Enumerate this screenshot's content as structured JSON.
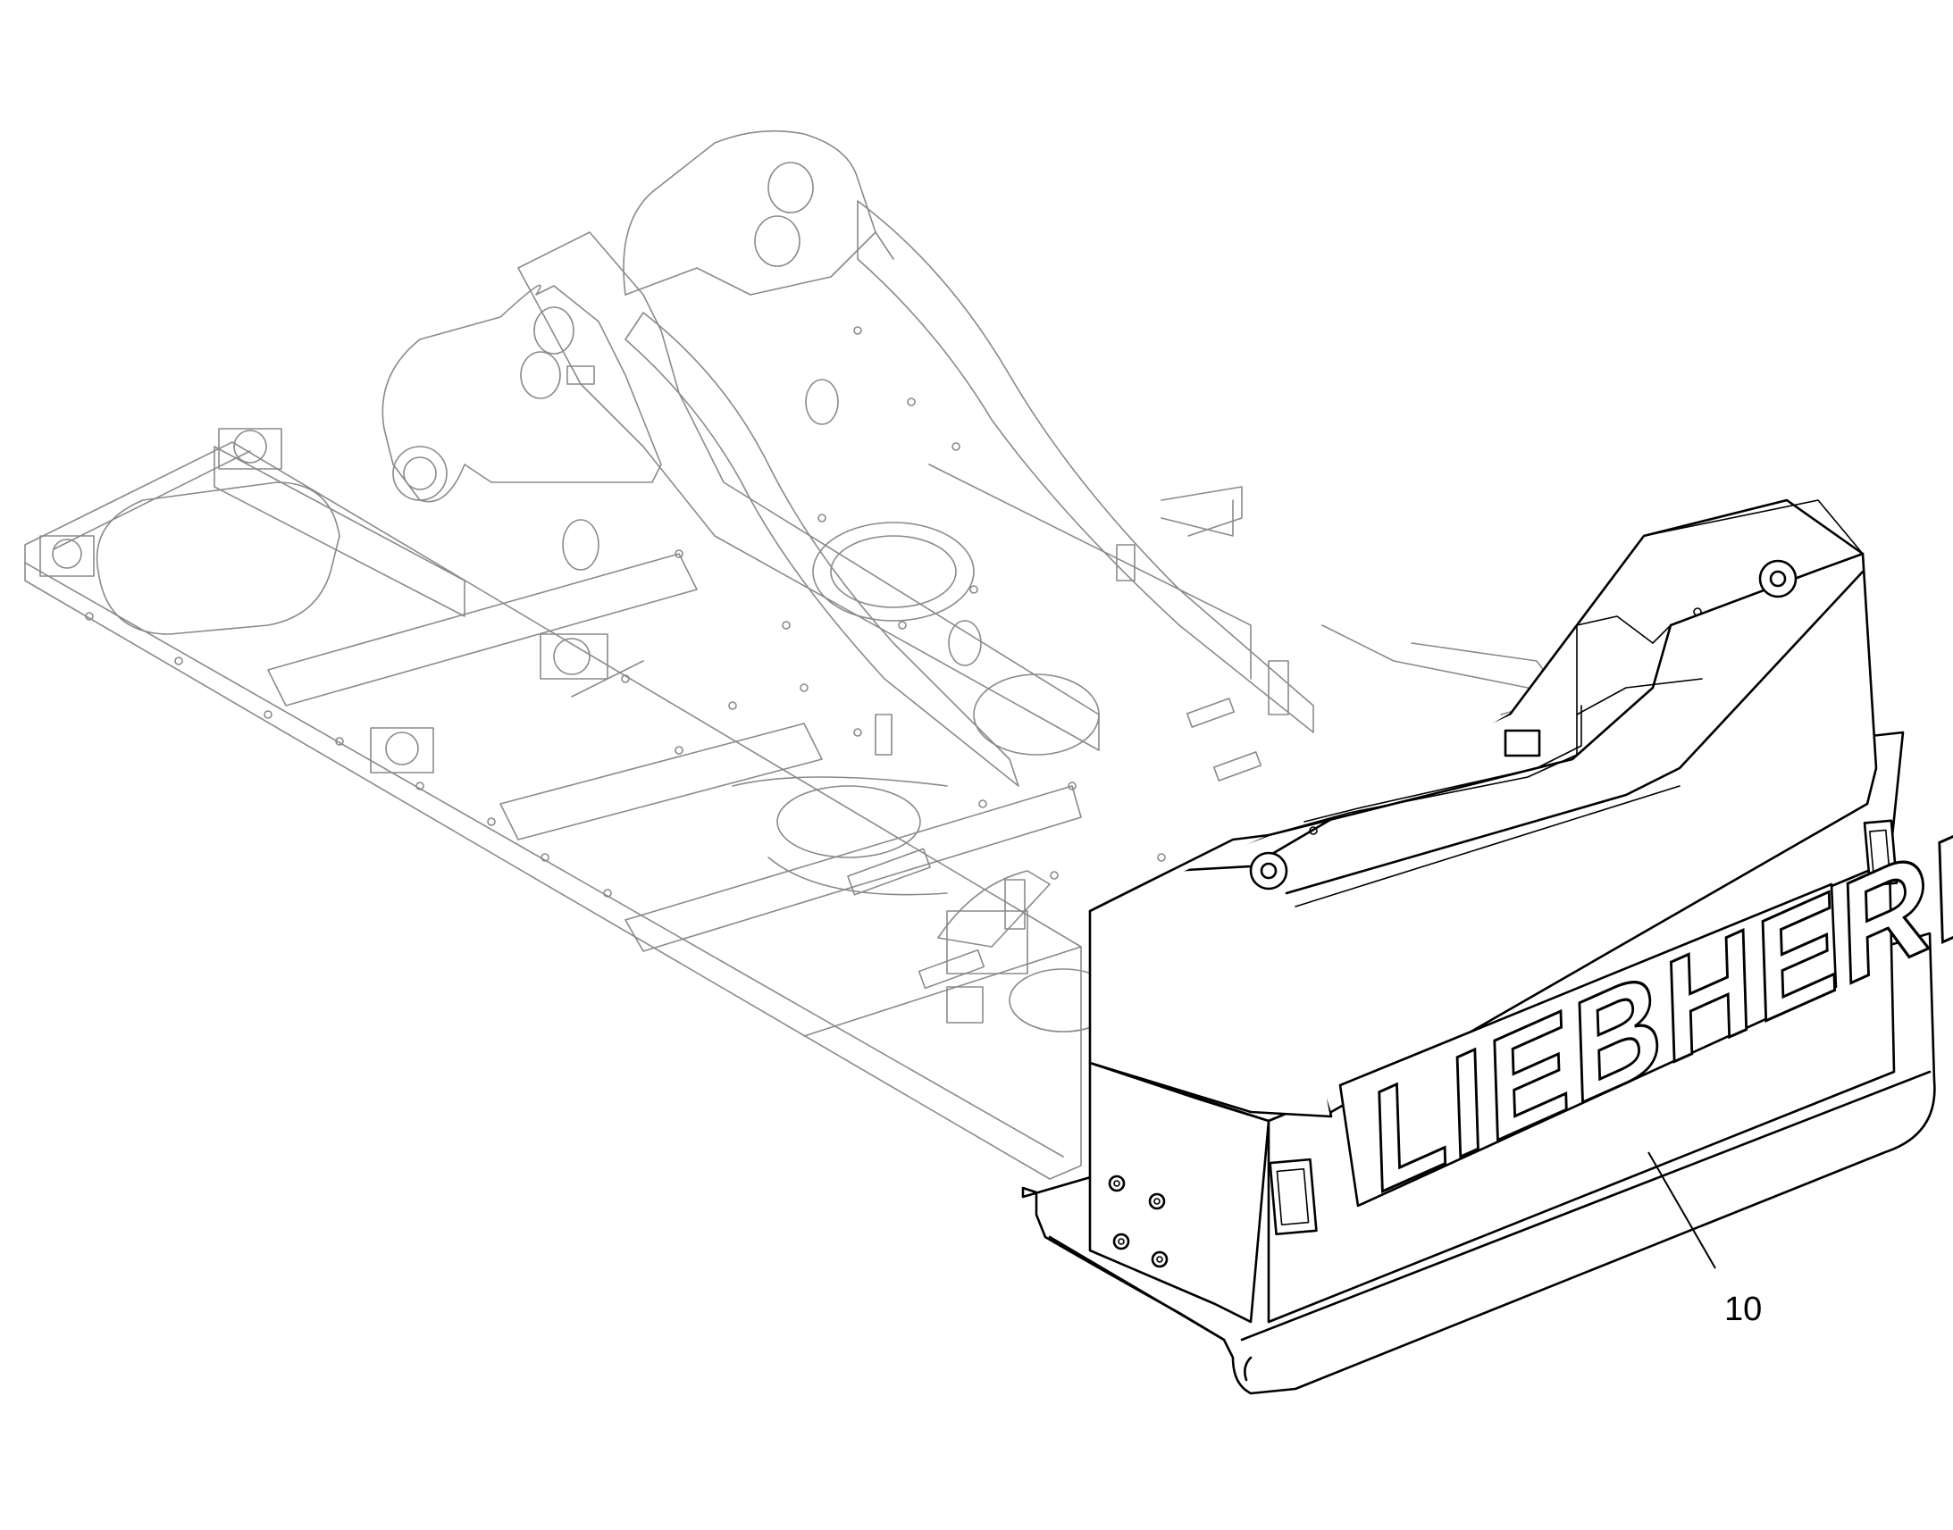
{
  "logo": {
    "text": "LIEBHERR"
  },
  "callouts": [
    {
      "label": "10",
      "target": "counterweight"
    }
  ]
}
